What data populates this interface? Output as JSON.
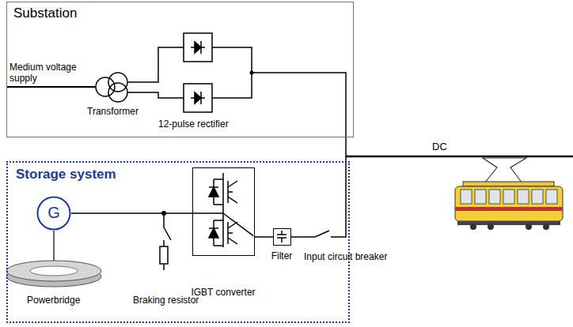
{
  "diagram": {
    "nodes": [
      {
        "text": [
          "Substation"
        ]
      },
      {
        "text": [
          "Storage system"
        ]
      },
      {
        "text": [
          "G"
        ],
        "in": 1
      },
      {
        "text": [
          "IGBT converter"
        ],
        "in": 1
      },
      {
        "text": [
          "Filter"
        ],
        "in": 1
      }
    ],
    "edges": [
      {
        "from": 2,
        "to": 3,
        "arrow": "none"
      },
      {
        "from": 3,
        "to": 4,
        "arrow": "none"
      }
    ],
    "labels": [
      "Medium voltage supply",
      "Transformer",
      "12-pulse rectifier",
      "DC",
      "Powerbridge",
      "Braking resistor",
      "Input circuit breaker"
    ]
  }
}
